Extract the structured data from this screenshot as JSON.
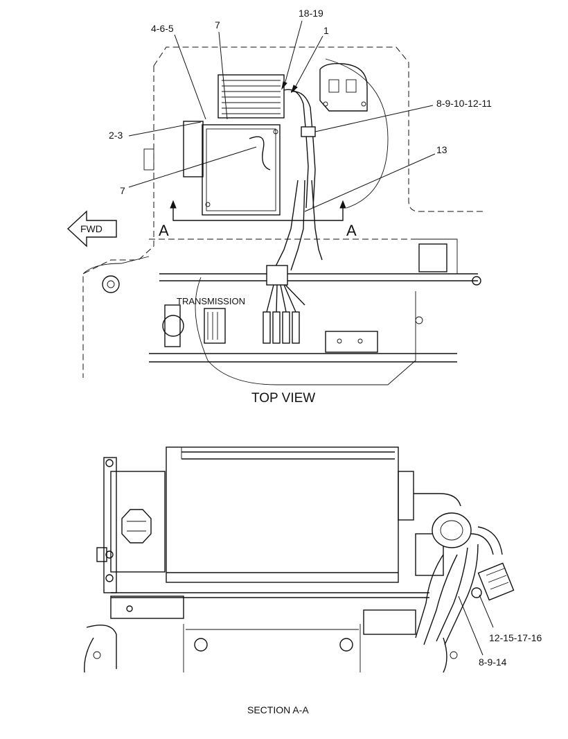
{
  "figure": {
    "top_view_title": "TOP VIEW",
    "section_title": "SECTION A-A",
    "transmission_label": "TRANSMISSION",
    "fwd_label": "FWD",
    "section_mark_left": "A",
    "section_mark_right": "A"
  },
  "callouts": {
    "c_18_19": "18-19",
    "c_7_top": "7",
    "c_4_6_5": "4-6-5",
    "c_1": "1",
    "c_8_9_10_12_11": "8-9-10-12-11",
    "c_2_3": "2-3",
    "c_13": "13",
    "c_7_mid": "7",
    "c_12_15_17_16": "12-15-17-16",
    "c_8_9_14": "8-9-14"
  }
}
